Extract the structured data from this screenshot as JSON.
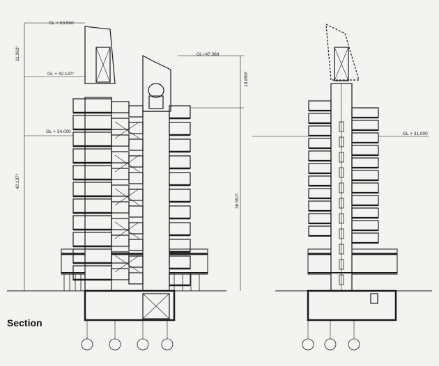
{
  "title": "Section",
  "left_levels": {
    "top": "GL + 53.500",
    "mid_right": "GL+47.368",
    "upper": "GL + 42.137²",
    "base": "GL + 34.000"
  },
  "right_levels": {
    "base": "GL + 31.000"
  },
  "dimensions": {
    "d1": "11.362²",
    "d2": "10.850²",
    "d3": "42.137²",
    "d4": "36.557²"
  },
  "floor_count_left": 11,
  "floor_count_right": 11,
  "colors": {
    "ink": "#1a1a1a",
    "paper": "#f3f3f1"
  }
}
